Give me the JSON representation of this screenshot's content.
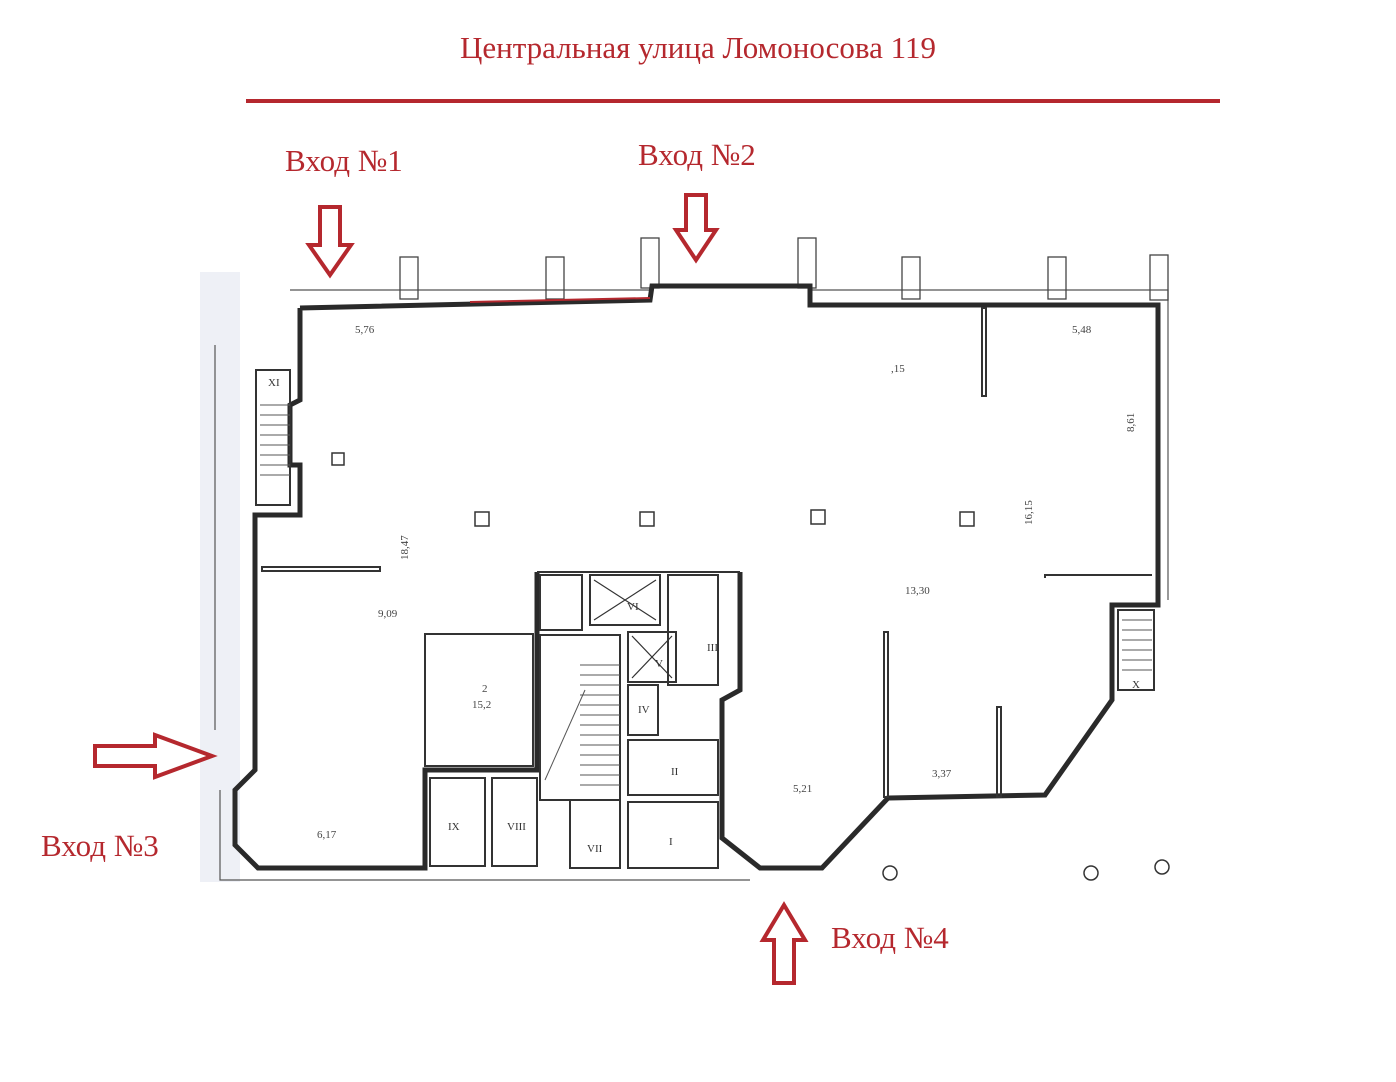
{
  "title": "Центральная улица Ломоносова 119",
  "entrances": [
    "Вход №1",
    "Вход №2",
    "Вход №3",
    "Вход №4"
  ],
  "dimensions": {
    "d576": "5,76",
    "d15": ",15",
    "d548": "5,48",
    "d861": "8,61",
    "d1847": "18,47",
    "d1615": "16,15",
    "d1330": "13,30",
    "d909": "9,09",
    "d617": "6,17",
    "d521": "5,21",
    "d337": "3,37"
  },
  "room2": {
    "number": "2",
    "area": "15,2"
  },
  "rooms_roman": [
    "I",
    "II",
    "III",
    "IV",
    "V",
    "VI",
    "VII",
    "VIII",
    "IX",
    "X",
    "XI"
  ],
  "colors": {
    "accent": "#b5282e",
    "wall": "#2a2a2a"
  }
}
